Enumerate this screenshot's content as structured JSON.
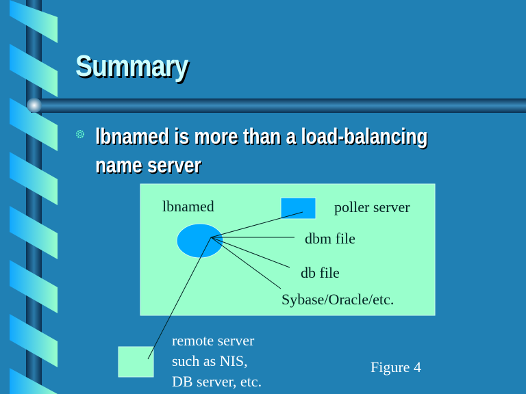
{
  "slide": {
    "title": "Summary",
    "bullet_line1": "lbnamed is more than a load-balancing",
    "bullet_line2": "name server"
  },
  "diagram": {
    "lbnamed": "lbnamed",
    "poller": "poller server",
    "dbm": "dbm file",
    "db": "db file",
    "sybase": "Sybase/Oracle/etc.",
    "remote1": "remote server",
    "remote2": "such as NIS,",
    "remote3": "DB server, etc.",
    "figure": "Figure 4"
  },
  "colors": {
    "background": "#2080b4",
    "panel": "#99ffcc",
    "node": "#00aaff",
    "title": "#ccffff"
  }
}
